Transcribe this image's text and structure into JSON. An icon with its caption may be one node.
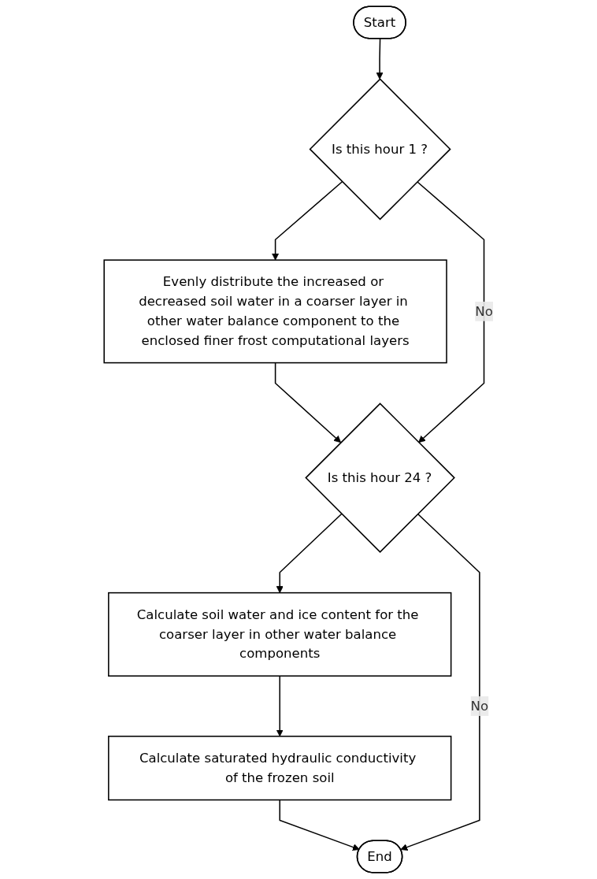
{
  "diagram": {
    "nodes": [
      {
        "text": [
          "Start"
        ]
      },
      {
        "text": [
          "Is this hour 1 ?"
        ]
      },
      {
        "text": [
          "Evenly distribute the increased or decreased soil water in a coarser layer in other water balance component to the enclosed finer frost computational layers"
        ]
      },
      {
        "text": [
          "Is this hour 24 ?"
        ]
      },
      {
        "text": [
          "Calculate soil water and ice content for the coarser layer in other water balance components"
        ]
      },
      {
        "text": [
          "Calculate saturated hydraulic conductivity of the frozen soil"
        ]
      },
      {
        "text": [
          "End"
        ]
      }
    ],
    "edges": [
      {
        "from": 0,
        "to": 1,
        "arrow": "to"
      },
      {
        "from": 1,
        "to": 2,
        "arrow": "to"
      },
      {
        "from": 2,
        "to": 3,
        "arrow": "to"
      },
      {
        "from": 1,
        "to": 3,
        "arrow": "to",
        "label": "No"
      },
      {
        "from": 3,
        "to": 4,
        "arrow": "to"
      },
      {
        "from": 4,
        "to": 5,
        "arrow": "to"
      },
      {
        "from": 5,
        "to": 6,
        "arrow": "to"
      },
      {
        "from": 3,
        "to": 6,
        "arrow": "to",
        "label": "No"
      }
    ]
  }
}
